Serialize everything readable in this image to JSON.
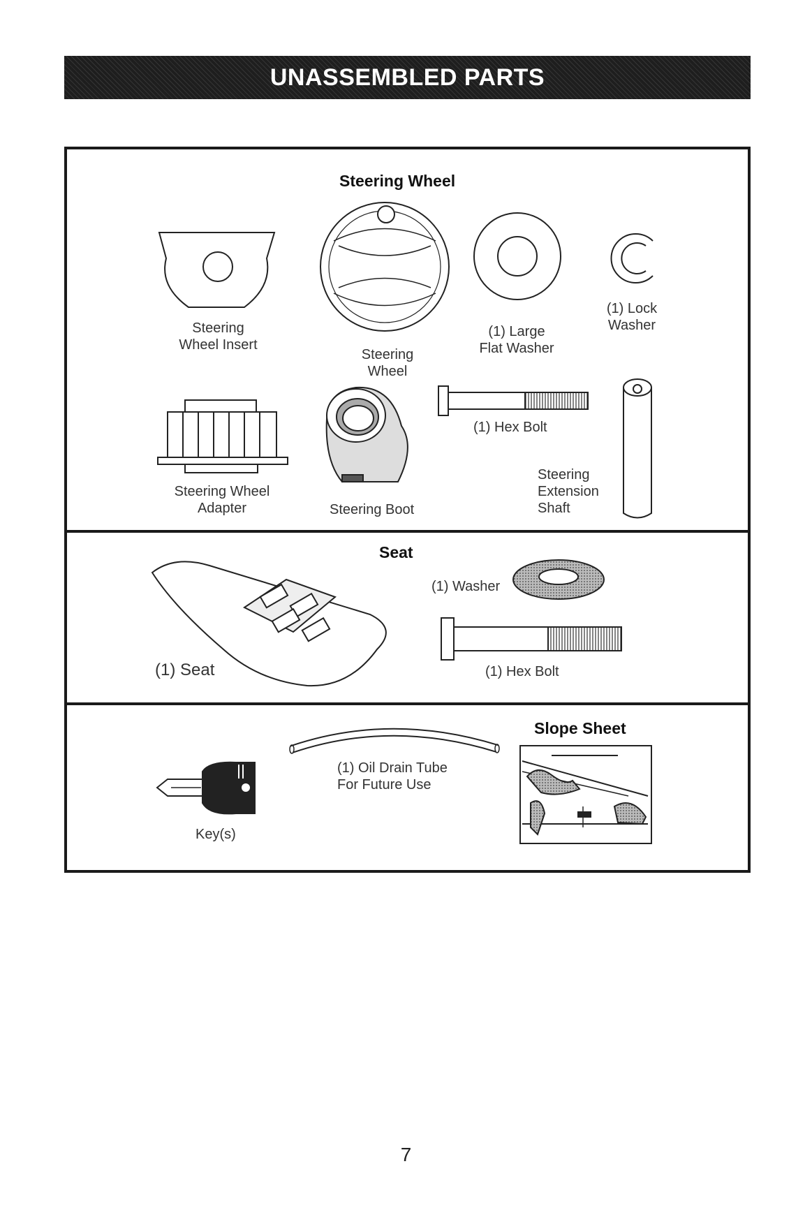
{
  "header": {
    "title": "UNASSEMBLED PARTS"
  },
  "sections": {
    "steering": {
      "title": "Steering Wheel",
      "wheel_insert": [
        "Steering",
        "Wheel Insert"
      ],
      "wheel": [
        "Steering",
        "Wheel"
      ],
      "large_flat_washer": [
        "(1) Large",
        "Flat Washer"
      ],
      "lock_washer": [
        "(1) Lock",
        "Washer"
      ],
      "wheel_adapter": [
        "Steering Wheel",
        "Adapter"
      ],
      "boot": "Steering Boot",
      "hex_bolt": "(1) Hex Bolt",
      "extension_shaft": [
        "Steering",
        "Extension",
        "Shaft"
      ]
    },
    "seat": {
      "title": "Seat",
      "seat": "(1) Seat",
      "washer": "(1) Washer",
      "hex_bolt": "(1) Hex Bolt"
    },
    "misc": {
      "slope_sheet": "Slope Sheet",
      "oil_drain_tube": [
        "(1) Oil Drain Tube",
        "For Future Use"
      ],
      "keys": "Key(s)"
    }
  },
  "footer": {
    "page_number": "7"
  }
}
